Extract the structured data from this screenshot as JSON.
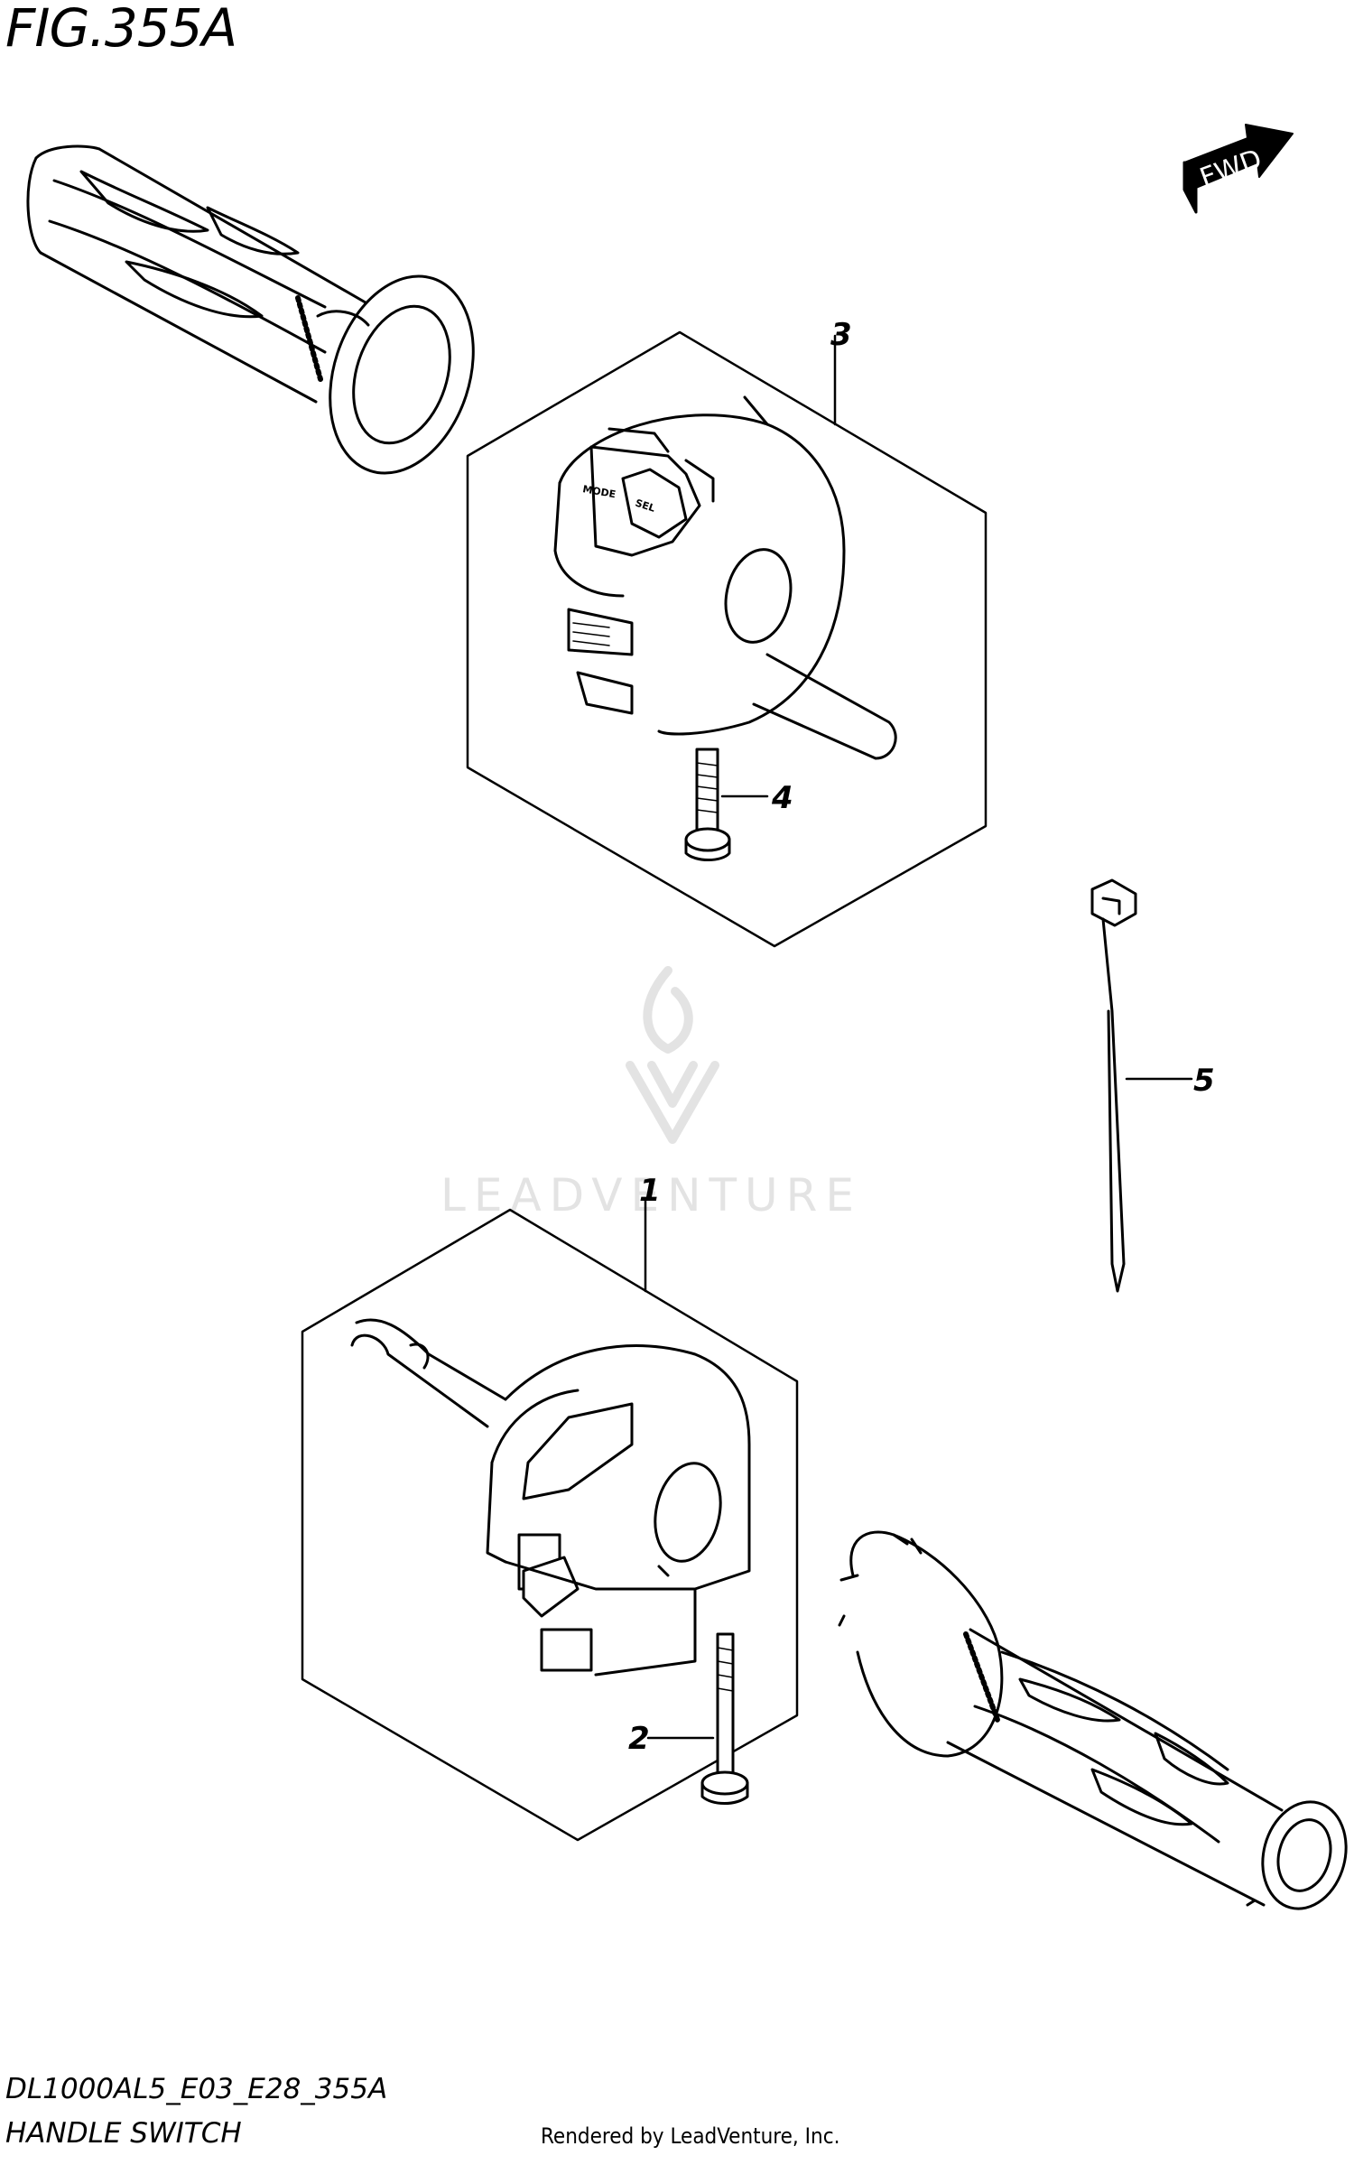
{
  "figure": {
    "title": "FIG.355A",
    "model_code": "DL1000AL5_E03_E28_355A",
    "caption": "HANDLE SWITCH",
    "rendered_by": "Rendered by LeadVenture, Inc.",
    "watermark": "LEADVENTURE",
    "direction_label": "FWD"
  },
  "callouts": [
    {
      "number": "1",
      "part": "handle-switch-left"
    },
    {
      "number": "2",
      "part": "screw-left"
    },
    {
      "number": "3",
      "part": "handle-switch-right"
    },
    {
      "number": "4",
      "part": "screw-right"
    },
    {
      "number": "5",
      "part": "cable-tie"
    }
  ],
  "switch_labels": {
    "mode": "MODE",
    "sel": "SEL"
  },
  "icons": [
    "fwd-arrow-icon",
    "leadventure-logo-icon"
  ]
}
